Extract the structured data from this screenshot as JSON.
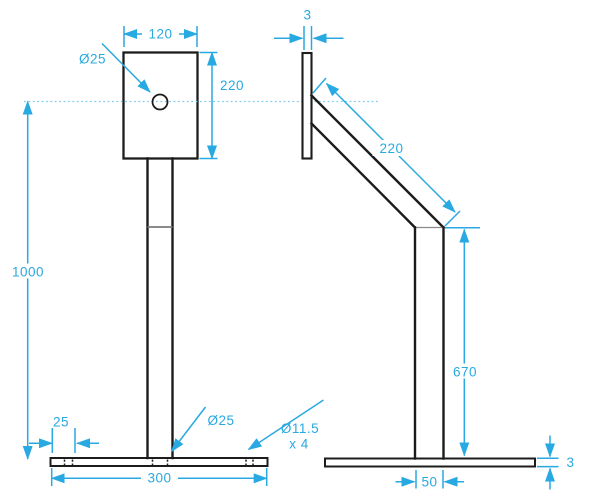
{
  "drawing": {
    "kind": "technical-drawing-two-views",
    "views": {
      "front": {
        "title": "front-view",
        "dims": {
          "plate_width": "120",
          "plate_height": "220",
          "top_hole_diameter": "Ø25",
          "overall_height": "1000",
          "base_hole_offset": "25",
          "base_width": "300",
          "base_center_hole_diameter": "Ø25",
          "corner_hole_diameter": "Ø11.5",
          "corner_hole_qty": "x 4"
        }
      },
      "side": {
        "title": "side-view",
        "dims": {
          "plate_thickness": "3",
          "arm_length": "220",
          "post_height": "670",
          "base_thickness": "3",
          "base_depth": "50"
        }
      }
    },
    "colors": {
      "outline": "#1c1c1c",
      "dimension": "#29a9e1",
      "centerline": "#7fcdee",
      "seam": "#7a7a7a",
      "background": "#ffffff"
    }
  }
}
